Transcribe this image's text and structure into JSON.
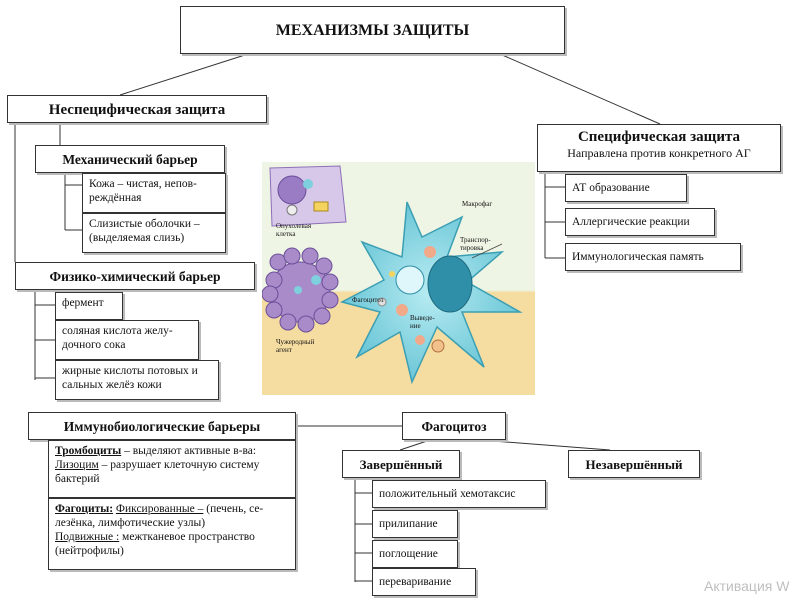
{
  "title": "МЕХАНИЗМЫ ЗАЩИТЫ",
  "nonspecific": {
    "title": "Неспецифическая защита",
    "mechanical": {
      "title": "Механический барьер",
      "items": [
        "Кожа – чистая, непов-реждённая",
        "Слизистые оболочки – (выделяемая слизь)"
      ]
    },
    "physchem": {
      "title": "Физико-химический барьер",
      "items": [
        "фермент",
        "соляная кислота желу-дочного сока",
        "жирные кислоты потовых и сальных желёз кожи"
      ]
    },
    "immuno": {
      "title": "Иммунобиологические барьеры",
      "trombo_label": "Тромбоциты",
      "trombo_text": " – выделяют активные в-ва:",
      "lysozyme_label": "Лизоцим",
      "lysozyme_text": " – разрушает клеточную систему бактерий",
      "phagocytes_label": "Фагоциты:",
      "fixed_label": "Фиксированные –",
      "fixed_text": " (печень, се-лезёнка, лимфотические узлы)",
      "mobile_label": "Подвижные :",
      "mobile_text": " межтканевое пространство (нейтрофилы)"
    }
  },
  "specific": {
    "title": "Специфическая защита",
    "subtitle": "Направлена против конкретного АГ",
    "items": [
      "АТ образование",
      "Аллергические реакции",
      "Иммунологическая память"
    ]
  },
  "phagocytosis": {
    "title": "Фагоцитоз",
    "complete": "Завершённый",
    "incomplete": "Незавершённый",
    "steps": [
      "положительный хемотаксис",
      "прилипание",
      "поглощение",
      "переваривание"
    ]
  },
  "illustration": {
    "labels": {
      "tumor": "Опухолевая клетка",
      "macrophage": "Макрофаг",
      "transport": "Транспор-тировка",
      "phagocytosis": "Фагоцитоз",
      "foreign": "Чужеродный агент",
      "excretion": "Выведе-ние"
    }
  },
  "watermark": "Активация W",
  "colors": {
    "illus_bg_top": "#eef5e4",
    "illus_bg_bottom": "#f5dca0",
    "cell_cyan": "#6cc7d8",
    "tumor_purple": "#a98bc9"
  }
}
